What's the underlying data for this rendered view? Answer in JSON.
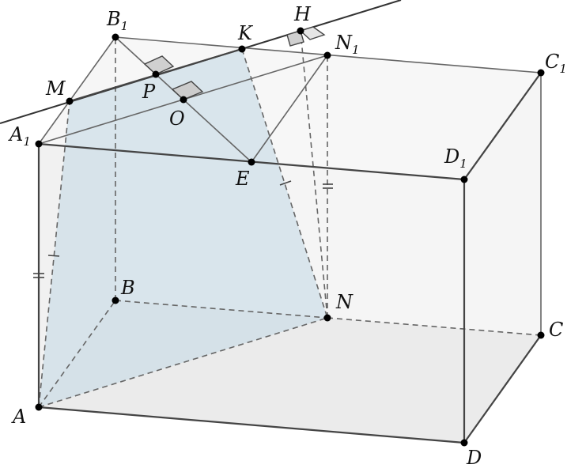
{
  "labels": {
    "B1": {
      "main": "B",
      "sub": "1"
    },
    "H": {
      "main": "H"
    },
    "K": {
      "main": "K"
    },
    "N1": {
      "main": "N",
      "sub": "1"
    },
    "C1": {
      "main": "C",
      "sub": "1"
    },
    "M": {
      "main": "M"
    },
    "P": {
      "main": "P"
    },
    "O": {
      "main": "O"
    },
    "A1": {
      "main": "A",
      "sub": "1"
    },
    "E": {
      "main": "E"
    },
    "D1": {
      "main": "D",
      "sub": "1"
    },
    "B": {
      "main": "B"
    },
    "N": {
      "main": "N"
    },
    "C": {
      "main": "C"
    },
    "A": {
      "main": "A"
    },
    "D": {
      "main": "D"
    }
  },
  "colors": {
    "plane_fill": "#c9dbe6",
    "box_face": "#ebebeb",
    "edge": "#444444",
    "right_angle_fill": "#d0d0d0"
  }
}
